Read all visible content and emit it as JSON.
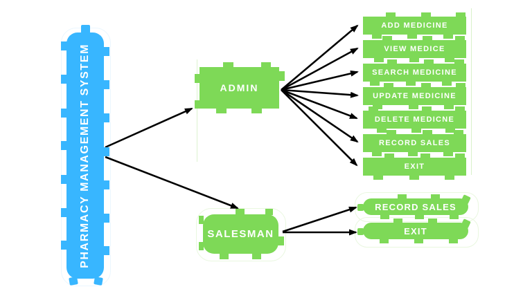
{
  "diagram": {
    "type": "flowchart",
    "colors": {
      "node_green": "#7ED957",
      "node_blue": "#38B6FF",
      "arrow": "#000000",
      "label_text": "#FFFFFF"
    },
    "root": {
      "label": "PHARMACY MANAGEMENT SYSTEM"
    },
    "admin": {
      "label": "ADMIN"
    },
    "salesman": {
      "label": "SALESMAN"
    },
    "admin_children": [
      {
        "label": "ADD MEDICINE"
      },
      {
        "label": "VIEW MEDICE"
      },
      {
        "label": "SEARCH MEDICINE"
      },
      {
        "label": "UPDATE MEDICINE"
      },
      {
        "label": "DELETE MEDICNE"
      },
      {
        "label": "RECORD SALES"
      },
      {
        "label": "EXIT"
      }
    ],
    "salesman_children": [
      {
        "label": "RECORD SALES"
      },
      {
        "label": "EXIT"
      }
    ],
    "edges": [
      {
        "from": "PHARMACY MANAGEMENT SYSTEM",
        "to": "ADMIN"
      },
      {
        "from": "PHARMACY MANAGEMENT SYSTEM",
        "to": "SALESMAN"
      },
      {
        "from": "ADMIN",
        "to": "ADD MEDICINE"
      },
      {
        "from": "ADMIN",
        "to": "VIEW MEDICE"
      },
      {
        "from": "ADMIN",
        "to": "SEARCH MEDICINE"
      },
      {
        "from": "ADMIN",
        "to": "UPDATE MEDICINE"
      },
      {
        "from": "ADMIN",
        "to": "DELETE MEDICNE"
      },
      {
        "from": "ADMIN",
        "to": "RECORD SALES"
      },
      {
        "from": "ADMIN",
        "to": "EXIT"
      },
      {
        "from": "SALESMAN",
        "to": "RECORD SALES"
      },
      {
        "from": "SALESMAN",
        "to": "EXIT"
      }
    ]
  }
}
